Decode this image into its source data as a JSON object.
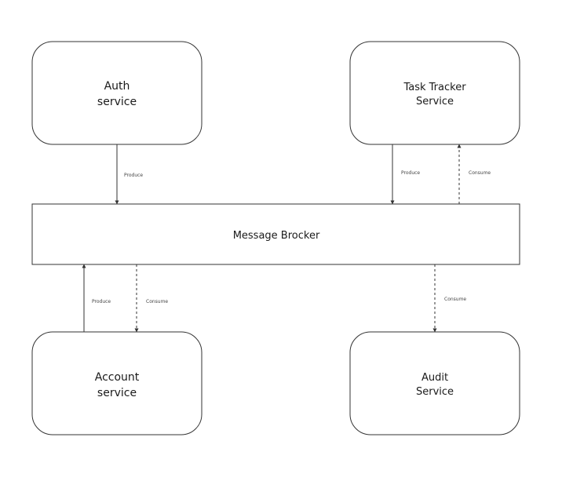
{
  "nodes": {
    "auth": {
      "line1": "Auth",
      "line2": "service"
    },
    "task_tracker": {
      "line1": "Task Tracker",
      "line2": "Service"
    },
    "broker": {
      "label": "Message Brocker"
    },
    "account": {
      "line1": "Account",
      "line2": "service"
    },
    "audit": {
      "line1": "Audit",
      "line2": "Service"
    }
  },
  "edges": {
    "auth_produce": "Produce",
    "tracker_produce": "Produce",
    "tracker_consume": "Consume",
    "account_produce": "Produce",
    "account_consume": "Consume",
    "audit_consume": "Consume"
  },
  "colors": {
    "stroke": "#333333",
    "background": "#ffffff"
  }
}
